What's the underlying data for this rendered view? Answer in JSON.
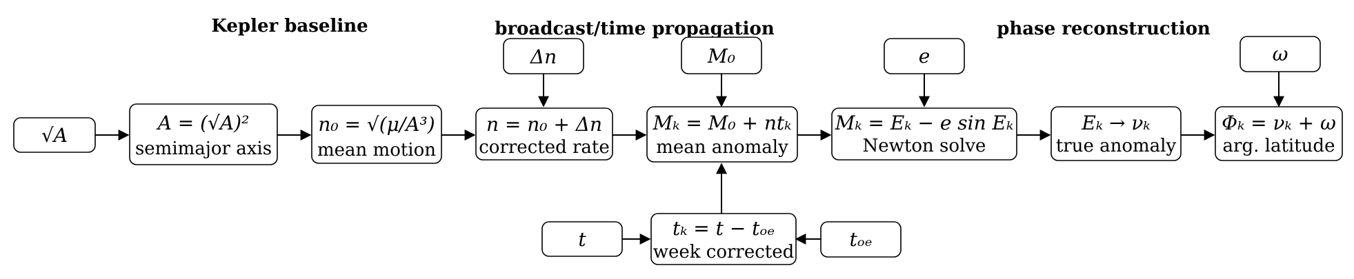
{
  "sections": {
    "kepler": "Kepler baseline",
    "broadcast": "broadcast/time propagation",
    "phase": "phase reconstruction"
  },
  "nodes": {
    "sqrtA": {
      "label": "√A"
    },
    "semimajor": {
      "formula": "A = (√A)²",
      "caption": "semimajor axis"
    },
    "meanmotion": {
      "formula": "n₀ = √(μ/A³)",
      "caption": "mean motion"
    },
    "corrected": {
      "formula": "n = n₀ + Δn",
      "caption": "corrected rate"
    },
    "meananomaly": {
      "formula": "Mₖ = M₀ + ntₖ",
      "caption": "mean anomaly"
    },
    "newton": {
      "formula": "Mₖ = Eₖ − e sin Eₖ",
      "caption": "Newton solve"
    },
    "trueanomaly": {
      "formula": "Eₖ → νₖ",
      "caption": "true anomaly"
    },
    "arglat": {
      "formula": "Φₖ = νₖ + ω",
      "caption": "arg. latitude"
    },
    "deltan": {
      "label": "Δn"
    },
    "M0": {
      "label": "M₀"
    },
    "e": {
      "label": "e"
    },
    "omega": {
      "label": "ω"
    },
    "tk": {
      "formula": "tₖ = t − tₒₑ",
      "caption": "week corrected"
    },
    "t": {
      "label": "t"
    },
    "toe": {
      "label": "tₒₑ"
    }
  }
}
